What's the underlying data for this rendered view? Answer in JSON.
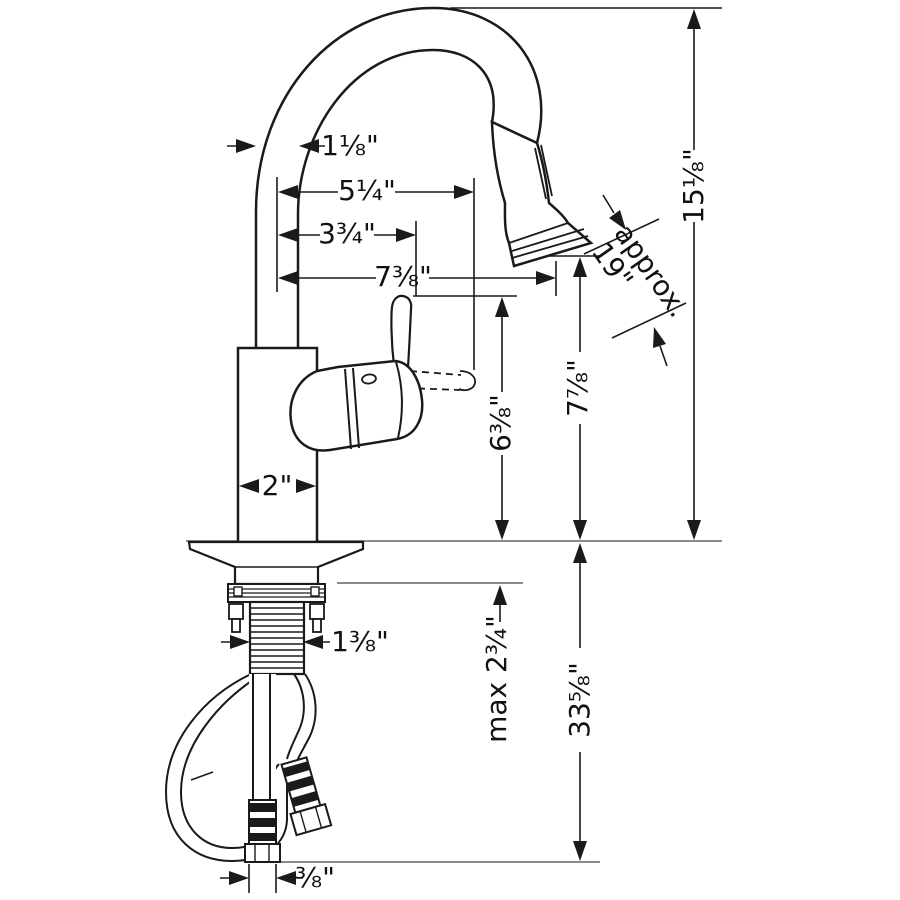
{
  "drawing_type": "faucet installation dimension diagram",
  "colors": {
    "line": "#1a1a1a",
    "reference_line": "#8a8a8a",
    "background": "#ffffff"
  },
  "dimensions": {
    "spout_tube_width": {
      "label": "1⅛\""
    },
    "spout_center_to_handle_tip": {
      "label": "5¼\""
    },
    "spout_center_to_handle": {
      "label": "3¾\""
    },
    "spout_center_to_spray_tip": {
      "label": "7⅜\""
    },
    "overall_height": {
      "label": "15⅛\""
    },
    "pullout_hose_reach": {
      "label_line1": "approx.",
      "label_line2": "19\""
    },
    "spray_outlet_height": {
      "label": "7⅞\""
    },
    "handle_top_height": {
      "label": "6⅜\""
    },
    "base_diameter": {
      "label": "2\""
    },
    "shank_diameter": {
      "label": "1⅜\""
    },
    "max_deck_thickness": {
      "label": "max 2¾\""
    },
    "hose_length_below_deck": {
      "label": "33⅝\""
    },
    "supply_connection_size": {
      "label": "⅜\""
    }
  }
}
